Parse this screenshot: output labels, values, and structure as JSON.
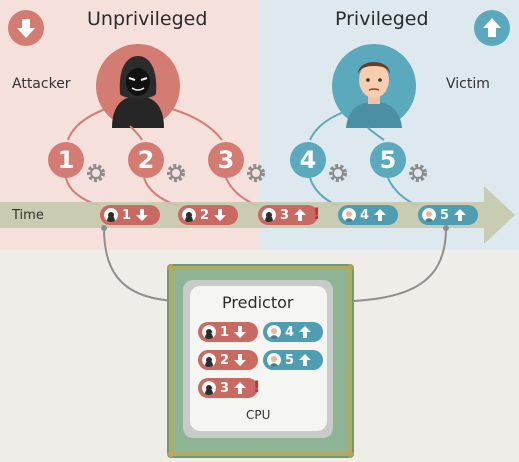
{
  "header": {
    "left_title": "Unprivileged",
    "right_title": "Privileged",
    "attacker_label": "Attacker",
    "victim_label": "Victim"
  },
  "steps": {
    "attacker": [
      "1",
      "2",
      "3"
    ],
    "victim": [
      "4",
      "5"
    ]
  },
  "timeline": {
    "label": "Time",
    "entries": [
      {
        "num": "1",
        "dir": "down",
        "owner": "attacker"
      },
      {
        "num": "2",
        "dir": "down",
        "owner": "attacker"
      },
      {
        "num": "3",
        "dir": "up",
        "owner": "attacker",
        "mispredict": true
      },
      {
        "num": "4",
        "dir": "up",
        "owner": "victim"
      },
      {
        "num": "5",
        "dir": "up",
        "owner": "victim"
      }
    ],
    "mispredict_mark": "!"
  },
  "predictor": {
    "title": "Predictor",
    "entries": [
      {
        "num": "1",
        "dir": "down",
        "owner": "attacker"
      },
      {
        "num": "4",
        "dir": "up",
        "owner": "victim"
      },
      {
        "num": "2",
        "dir": "down",
        "owner": "attacker"
      },
      {
        "num": "5",
        "dir": "up",
        "owner": "victim"
      },
      {
        "num": "3",
        "dir": "up",
        "owner": "attacker",
        "mispredict": true
      }
    ],
    "mispredict_mark": "!",
    "cpu_label": "CPU"
  },
  "colors": {
    "attacker": "#d47c72",
    "victim": "#5ba9bd",
    "time_band": "#c5c9ac",
    "chip_green": "#8eb395"
  }
}
